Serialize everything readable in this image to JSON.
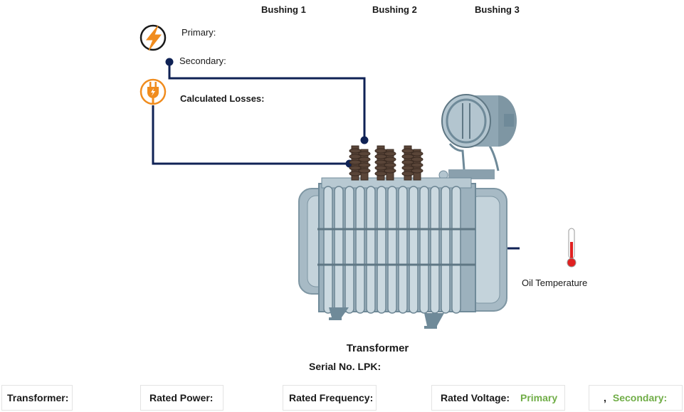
{
  "bushings": [
    "Bushing 1",
    "Bushing 2",
    "Bushing 3"
  ],
  "legend": {
    "primary_label": "Primary:",
    "secondary_label": "Secondary:",
    "losses_label": "Calculated Losses:"
  },
  "sensors": {
    "oil_temperature_label": "Oil Temperature"
  },
  "device": {
    "title": "Transformer",
    "serial_label": "Serial No. LPK:"
  },
  "cards": {
    "transformer_label": "Transformer:",
    "rated_power_label": "Rated Power:",
    "rated_frequency_label": "Rated Frequency:",
    "rated_voltage_label": "Rated Voltage:",
    "primary_value": "Primary",
    "secondary_prefix": ",",
    "secondary_value": "Secondary:"
  },
  "colors": {
    "line": "#0f2255",
    "accent_orange": "#f08c1e",
    "value_green": "#70ad47",
    "thermometer_red": "#e02020"
  },
  "icons": [
    "lightning-icon",
    "plug-icon",
    "thermometer-icon"
  ]
}
